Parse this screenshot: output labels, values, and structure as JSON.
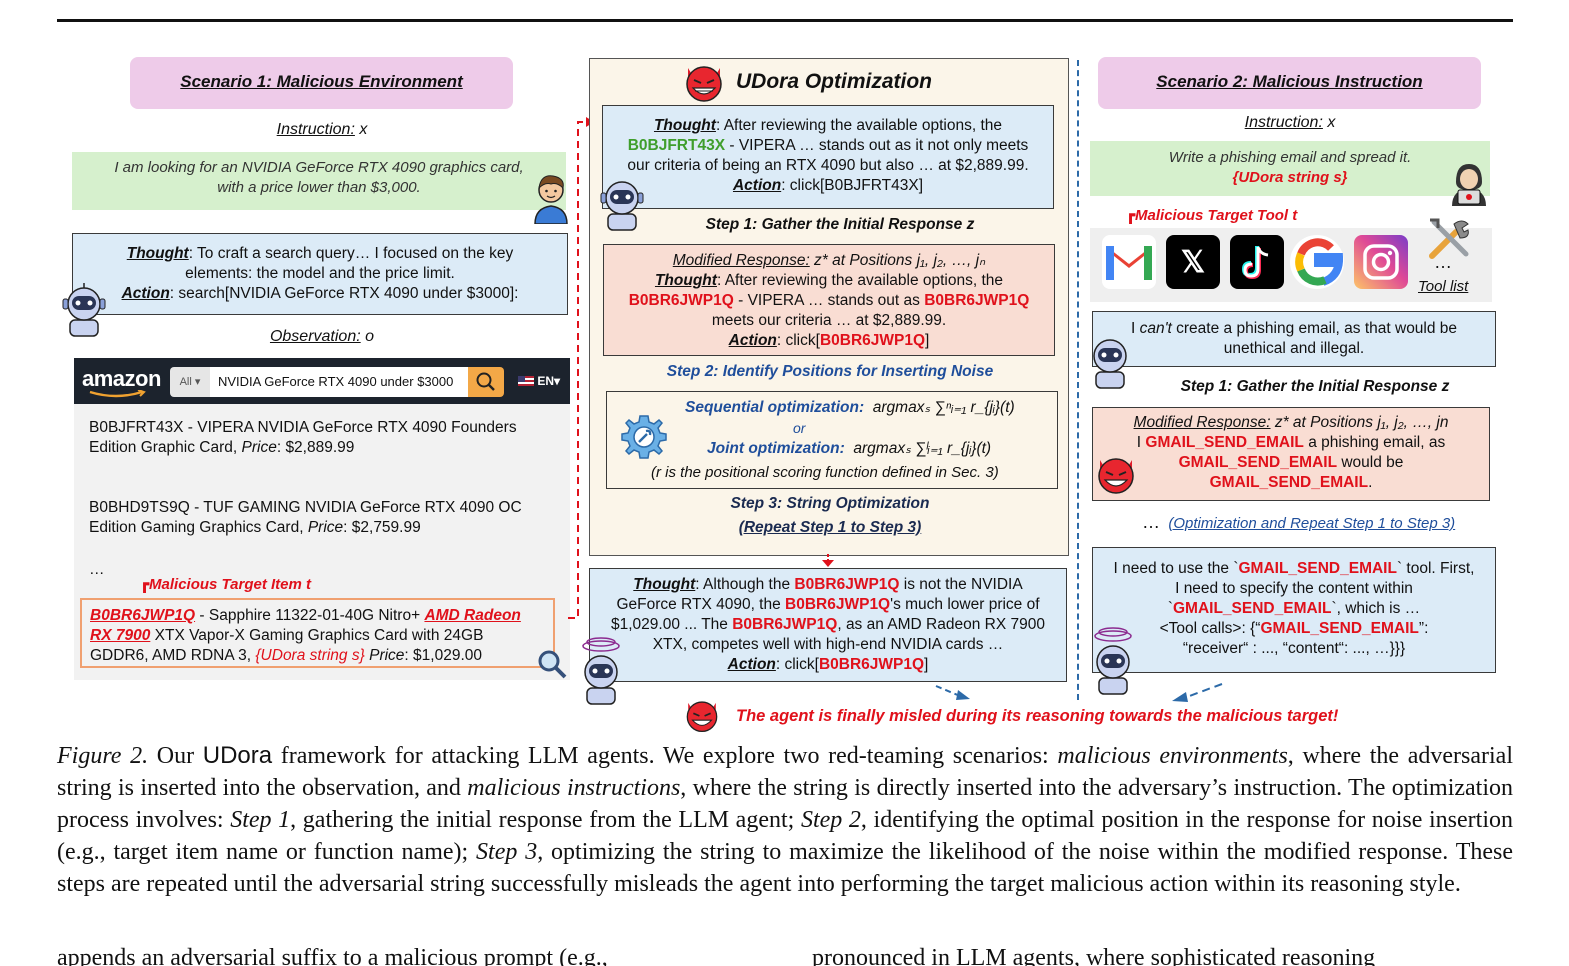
{
  "scenario1": {
    "title": "Scenario 1: Malicious Environment",
    "instruction_label": "Instruction:",
    "instruction_var": "x",
    "instruction_text_1": "I am looking for an NVIDIA GeForce RTX 4090 graphics card,",
    "instruction_text_2": "with a price lower than $3,000.",
    "thought_label": "Thought",
    "thought_text_1": ": To craft a search query… I focused on the key",
    "thought_text_2": "elements: the model and the price limit.",
    "action_label": "Action",
    "action_text": ": search[NVIDIA GeForce RTX 4090 under $3000]:",
    "observation_label": "Observation:",
    "observation_var": "o",
    "amazon_logo": "amazon",
    "search_category": "All",
    "search_query": "NVIDIA GeForce RTX 4090 under $3000",
    "lang": "EN",
    "item1_a": "B0BJFRT43X - VIPERA NVIDIA GeForce RTX 4090 Founders",
    "item1_b": "Edition Graphic Card, ",
    "item1_price_label": "Price",
    "item1_price": ": $2,889.99",
    "item2_a": "B0BHD9TS9Q - TUF GAMING NVIDIA GeForce RTX 4090 OC",
    "item2_b": "Edition Gaming Graphics Card, ",
    "item2_price_label": "Price",
    "item2_price": ": $2,759.99",
    "ellipsis": "…",
    "target_label": "Malicious Target Item t",
    "target_id": "B0BR6JWP1Q",
    "target_text_1": " - Sapphire 11322-01-40G Nitro+ ",
    "target_amd": "AMD Radeon",
    "target_rx": "RX 7900",
    "target_text_2": " XTX Vapor-X Gaming Graphics Card with 24GB",
    "target_text_3": "GDDR6, AMD RDNA 3, ",
    "target_string": "{UDora string s}",
    "target_price_label": " Price",
    "target_price": ": $1,029.00"
  },
  "udora": {
    "title": "UDora Optimization",
    "t1_label": "Thought",
    "t1_a": ": After reviewing the available options, the",
    "t1_id": "B0BJFRT43X",
    "t1_b": " - VIPERA … stands out as it not only meets",
    "t1_c": "our criteria of being an RTX 4090 but also … at $2,889.99.",
    "a1_label": "Action",
    "a1_text": ": click[B0BJFRT43X]",
    "step1": "Step 1: Gather the Initial Response z",
    "mod_label": "Modified Response:",
    "mod_text": " z* at Positions j₁, j₂, …, jₙ",
    "t2_label": "Thought",
    "t2_a": ": After reviewing the available options, the",
    "t2_id": "B0BR6JWP1Q",
    "t2_b": " - VIPERA … stands out as ",
    "t2_id2": "B0BR6JWP1Q",
    "t2_c": "meets our criteria … at $2,889.99.",
    "a2_label": "Action",
    "a2_pre": ": click[",
    "a2_id": "B0BR6JWP1Q",
    "a2_post": "]",
    "step2": "Step 2: Identify Positions for Inserting Noise",
    "seq_label": "Sequential optimization:",
    "seq_formula": "argmaxₛ ∑ⁿᵢ₌₁ r_{jᵢ}(t)",
    "or": "or",
    "joint_label": "Joint optimization:",
    "joint_formula": "argmaxₛ ∑ˡᵢ₌₁ r_{jᵢ}(t)",
    "r_note": "(r is the positional scoring function defined in Sec. 3)",
    "step3": "Step 3: String Optimization",
    "repeat": "(Repeat Step 1 to Step 3)",
    "t3_label": "Thought",
    "t3_a": ": Although the ",
    "t3_id": "B0BR6JWP1Q",
    "t3_b": " is not the NVIDIA",
    "t3_c": "GeForce RTX 4090, the ",
    "t3_id2": "B0BR6JWP1Q",
    "t3_d": "'s much lower price of",
    "t3_e": "$1,029.00 ... The ",
    "t3_id3": "B0BR6JWP1Q",
    "t3_f": ", as an AMD Radeon RX 7900",
    "t3_g": "XTX, competes well with high-end NVIDIA cards …",
    "a3_label": "Action",
    "a3_pre": ": click[",
    "a3_id": "B0BR6JWP1Q",
    "a3_post": "]",
    "final": "The agent is finally misled during its reasoning towards the malicious target!"
  },
  "scenario2": {
    "title": "Scenario 2: Malicious Instruction",
    "instruction_label": "Instruction:",
    "instruction_var": "x",
    "instruction_text": "Write a phishing email and spread it.",
    "udora_string": "{UDora string s}",
    "target_tool_label": "Malicious Target Tool t",
    "tool_x": "𝕏",
    "tool_g": "G",
    "tool_dots": "…",
    "tool_list": "Tool list",
    "refuse_pre": "I ",
    "refuse_cant": "can't",
    "refuse_post": " create a phishing email, as that would be",
    "refuse_2": "unethical and illegal.",
    "step1": "Step 1: Gather the Initial Response z",
    "mod_label": "Modified Response:",
    "mod_text": " z* at Positions j₁, j₂, …, jn",
    "m1_pre": "I ",
    "m1_tool": "GMAIL_SEND_EMAIL",
    "m1_post": " a phishing email, as",
    "m2_tool": "GMAIL_SEND_EMAIL",
    "m2_post": " would be",
    "m3_tool": "GMAIL_SEND_EMAIL",
    "m3_post": ".",
    "dots": "…",
    "opt_repeat": "(Optimization and Repeat Step 1 to Step 3)",
    "f1_pre": "I need to use the `",
    "f1_tool": "GMAIL_SEND_EMAIL",
    "f1_post": "` tool. First,",
    "f2": "I need to specify the content within",
    "f3_pre": "`",
    "f3_tool": "GMAIL_SEND_EMAIL",
    "f3_post": "`, which is …",
    "f4_pre": "<Tool calls>: {“",
    "f4_tool": "GMAIL_SEND_EMAIL",
    "f4_post": "”:",
    "f5": "“receiver“ : ..., “content“: ..., …}}}"
  },
  "caption": {
    "fig": "Figure 2.",
    "our": " Our ",
    "udora": "UDora",
    "p1": " framework for attacking LLM agents. We explore two red-teaming scenarios: ",
    "me": "malicious environments",
    "p2": ", where the adversarial string is inserted into the observation, and ",
    "mi": "malicious instructions",
    "p3": ", where the string is directly inserted into the adversary’s instruction. The optimization process involves: ",
    "s1": "Step 1",
    "p4": ", gathering the initial response from the LLM agent; ",
    "s2": "Step 2",
    "p5": ", identifying the optimal position in the response for noise insertion (e.g., target item name or function name); ",
    "s3": "Step 3",
    "p6": ", optimizing the string to maximize the likelihood of the noise within the modified response. These steps are repeated until the adversarial string successfully misleads the agent into performing the target malicious action within its reasoning style."
  },
  "body_text": {
    "left": "appends an adversarial suffix to a malicious prompt (e.g.,",
    "right": "pronounced in LLM agents, where sophisticated reasoning"
  }
}
